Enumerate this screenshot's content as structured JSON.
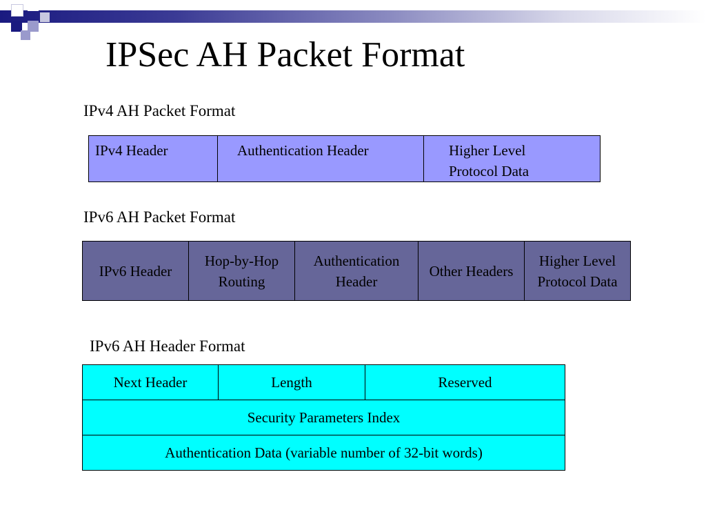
{
  "title": "IPSec AH Packet Format",
  "ipv4": {
    "caption": "IPv4 AH Packet Format",
    "cells": [
      "IPv4 Header",
      "Authentication Header",
      "Higher Level\nProtocol Data"
    ]
  },
  "ipv6": {
    "caption": "IPv6 AH Packet Format",
    "cells": [
      "IPv6 Header",
      "Hop-by-Hop\nRouting",
      "Authentication\nHeader",
      "Other Headers",
      "Higher Level\nProtocol Data"
    ]
  },
  "ah_header": {
    "caption": "IPv6 AH Header Format",
    "row1": [
      "Next Header",
      "Length",
      "Reserved"
    ],
    "row2": "Security Parameters Index",
    "row3": "Authentication Data (variable number of 32-bit words)"
  },
  "colors": {
    "ipv4_fill": "#9999ff",
    "ipv6_fill": "#666699",
    "ah_fill": "#00ffff",
    "accent_bar": "#1a1a80"
  }
}
